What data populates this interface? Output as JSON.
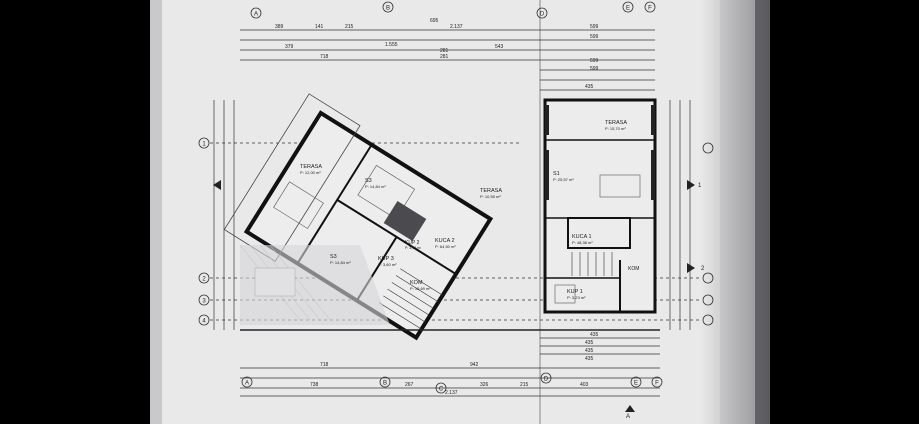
{
  "drawing": {
    "grid_axes_top": [
      "A",
      "B",
      "D",
      "E",
      "F"
    ],
    "grid_axes_left": [
      "1",
      "2",
      "3",
      "4"
    ],
    "grid_axes_bottom": [
      "A",
      "B",
      "C",
      "D",
      "E",
      "F"
    ],
    "top_dimensions": {
      "row1": [
        "389",
        "141",
        "215",
        "695",
        "2.137",
        "599"
      ],
      "row2": [
        "379",
        "1.555",
        "281",
        "543",
        "435"
      ],
      "row3": [
        "718",
        "281"
      ]
    },
    "bottom_dimensions": {
      "row1": [
        "718",
        "942",
        "435"
      ],
      "row2": [
        "738",
        "267",
        "326",
        "215",
        "403"
      ],
      "total": "2.137"
    },
    "right_dimensions": [
      "599",
      "599",
      "599",
      "435",
      "435",
      "435"
    ],
    "rooms_left": [
      {
        "name": "TERASA",
        "area": "P: 12,00 m²"
      },
      {
        "name": "S3",
        "area": "P: 14,84 m²"
      },
      {
        "name": "TERASA",
        "area": "P: 10,55 m²"
      },
      {
        "name": "KUP 2",
        "area": "P: 3,90 m²"
      },
      {
        "name": "KUCA 2",
        "area": "P: 64,50 m²"
      },
      {
        "name": "KUP 3",
        "area": "P: 3,60 m²"
      },
      {
        "name": "S3",
        "area": "P: 14,84 m²"
      },
      {
        "name": "KOM",
        "area": "P: 15,69 m²"
      }
    ],
    "rooms_right": [
      {
        "name": "TERASA",
        "area": "P: 15,70 m²"
      },
      {
        "name": "S1",
        "area": "P: 25,57 m²"
      },
      {
        "name": "KUCA 1",
        "area": "P: 48,38 m²"
      },
      {
        "name": "KOM",
        "area": ""
      },
      {
        "name": "KUP 1",
        "area": "P: 3,23 m²"
      }
    ],
    "section_marks": [
      "1",
      "2",
      "A"
    ]
  }
}
